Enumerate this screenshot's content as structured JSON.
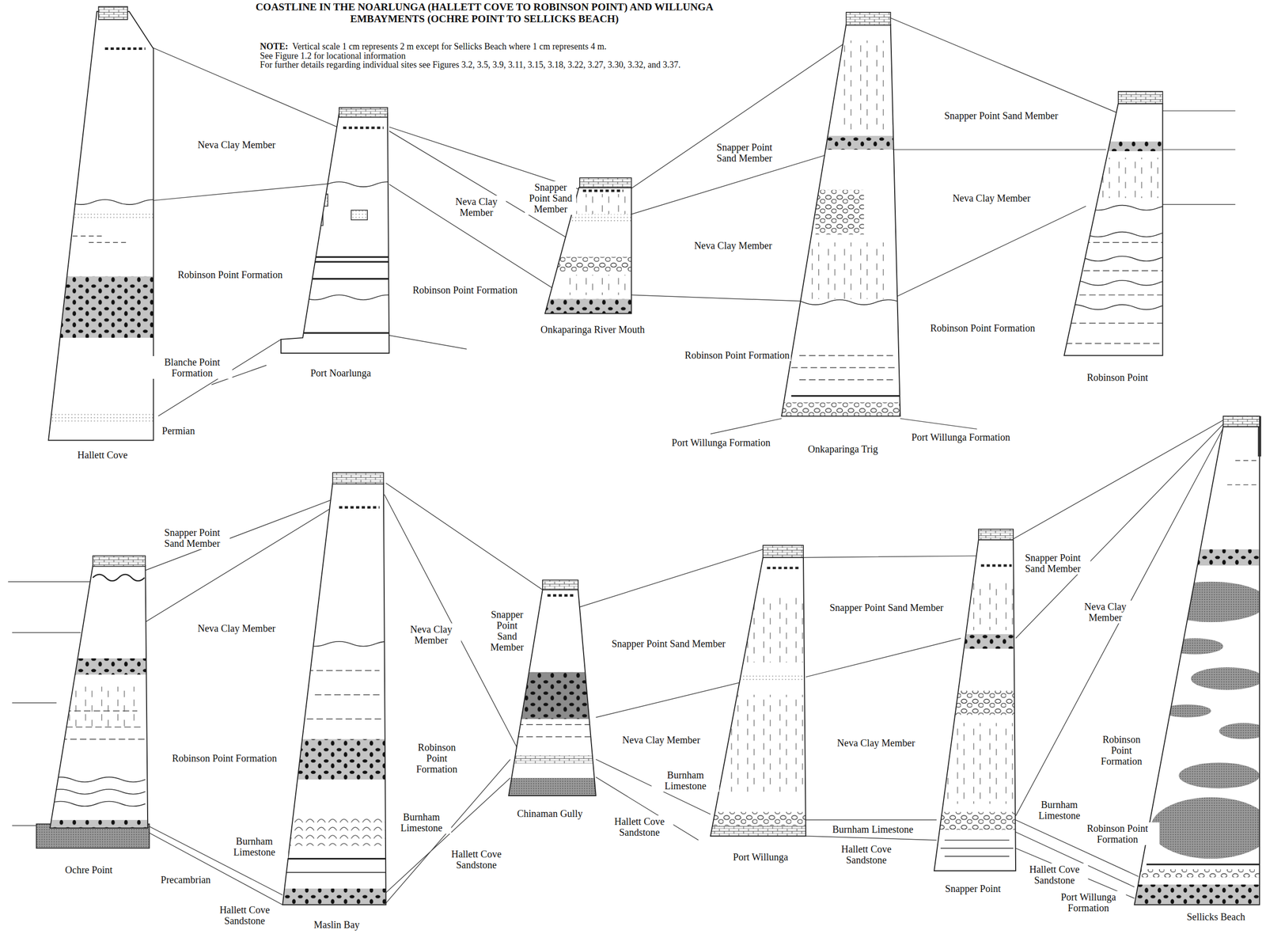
{
  "diagram": {
    "title": "COASTLINE IN THE NOARLUNGA (HALLETT COVE TO ROBINSON POINT) AND WILLUNGA EMBAYMENTS (OCHRE POINT TO SELLICKS BEACH)",
    "labels": [
      "NOTE:",
      "Vertical scale 1 cm represents 2 m except for Sellicks Beach where 1 cm represents 4 m.",
      "See Figure 1.2 for locational information",
      "For further details regarding individual sites see Figures 3.2, 3.5, 3.9, 3.11, 3.15, 3.18, 3.22, 3.27, 3.30, 3.32, and 3.37.",
      "Neva Clay Member",
      "Robinson Point Formation",
      "Blanche Point Formation",
      "Permian",
      "Hallett Cove",
      "Port Noarlunga",
      "Neva Clay Member",
      "Snapper Point Sand Member",
      "Robinson Point Formation",
      "Onkaparinga River Mouth",
      "Snapper Point Sand Member",
      "Neva Clay Member",
      "Robinson Point Formation",
      "Port Willunga Formation",
      "Onkaparinga Trig",
      "Port Willunga Formation",
      "Snapper Point Sand Member",
      "Neva Clay Member",
      "Robinson Point Formation",
      "Robinson Point",
      "Snapper Point Sand Member",
      "Neva Clay Member",
      "Robinson Point Formation",
      "Ochre Point",
      "Precambrian",
      "Burnham Limestone",
      "Hallett Cove Sandstone",
      "Maslin Bay",
      "Neva Clay Member",
      "Robinson Point Formation",
      "Burnham Limestone",
      "Hallett Cove Sandstone",
      "Snapper Point Sand Member",
      "Chinaman Gully",
      "Snapper Point Sand Member",
      "Neva Clay Member",
      "Burnham Limestone",
      "Hallett Cove Sandstone",
      "Port Willunga",
      "Burnham Limestone",
      "Hallett Cove Sandstone",
      "Snapper Point Sand Member",
      "Neva Clay Member",
      "Snapper Point Sand Member",
      "Neva Clay Member",
      "Snapper Point",
      "Robinson Point Formation",
      "Burnham Limestone",
      "Robinson Point Formation",
      "Hallett Cove Sandstone",
      "Port Willunga Formation",
      "Sellicks Beach"
    ]
  }
}
